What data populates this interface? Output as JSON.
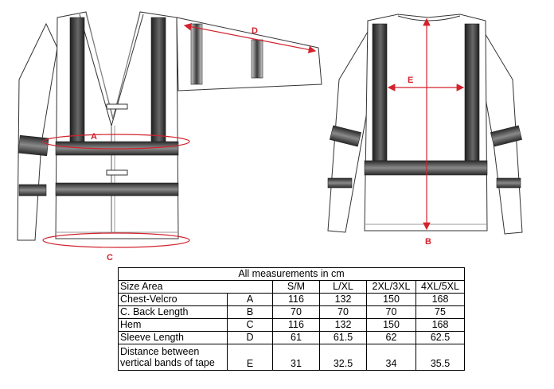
{
  "figure": {
    "labels": {
      "a": "A",
      "b": "B",
      "c": "C",
      "d": "D",
      "e": "E"
    },
    "colors": {
      "measure_red": "#d2222d",
      "outline": "#333333",
      "tape_dark": "#3c3c3c",
      "tape_mid": "#9a9a9a"
    }
  },
  "table": {
    "title": "All measurements in cm",
    "header": {
      "area": "Size Area",
      "sizes": [
        "S/M",
        "L/XL",
        "2XL/3XL",
        "4XL/5XL"
      ]
    },
    "rows": [
      {
        "area": "Chest-Velcro",
        "code": "A",
        "values": [
          "116",
          "132",
          "150",
          "168"
        ]
      },
      {
        "area": "C. Back Length",
        "code": "B",
        "values": [
          "70",
          "70",
          "70",
          "75"
        ]
      },
      {
        "area": "Hem",
        "code": "C",
        "values": [
          "116",
          "132",
          "150",
          "168"
        ]
      },
      {
        "area": "Sleeve Length",
        "code": "D",
        "values": [
          "61",
          "61.5",
          "62",
          "62.5"
        ]
      },
      {
        "area": "Distance between vertical bands of tape",
        "code": "E",
        "values": [
          "31",
          "32.5",
          "34",
          "35.5"
        ]
      }
    ]
  }
}
